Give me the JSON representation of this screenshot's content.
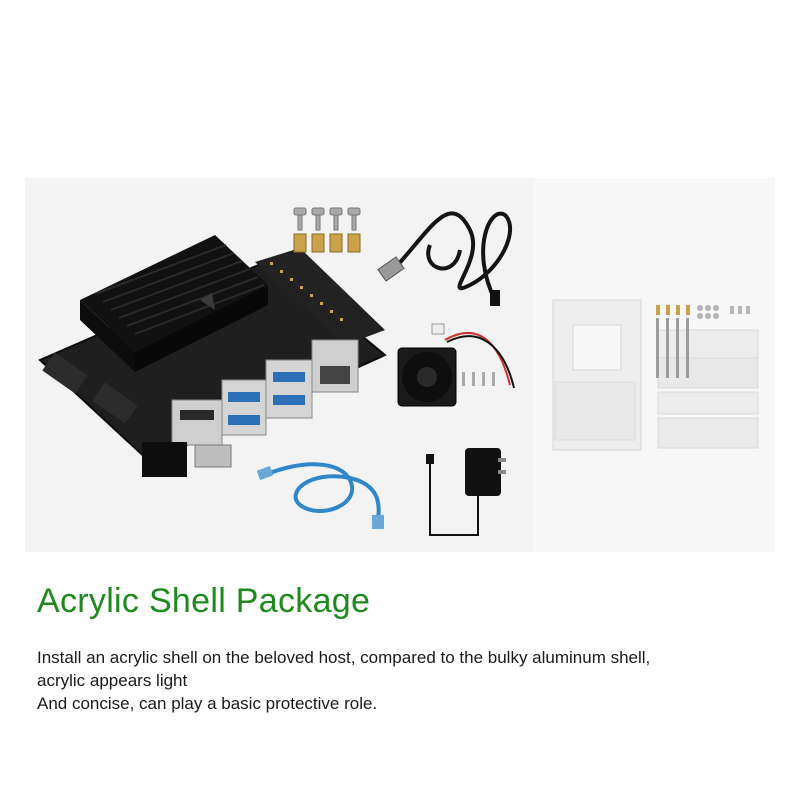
{
  "product": {
    "title": "Acrylic Shell Package",
    "description_lines": [
      "Install an acrylic shell on the beloved host, compared to the bulky aluminum shell,",
      "acrylic appears light",
      "And concise, can play a basic protective role."
    ]
  },
  "colors": {
    "title_green": "#1e8a1e",
    "panel_bg": "#f3f3f3",
    "board_black": "#1b1b1b",
    "port_blue": "#2b6fb6",
    "cable_blue": "#2f86c8"
  }
}
